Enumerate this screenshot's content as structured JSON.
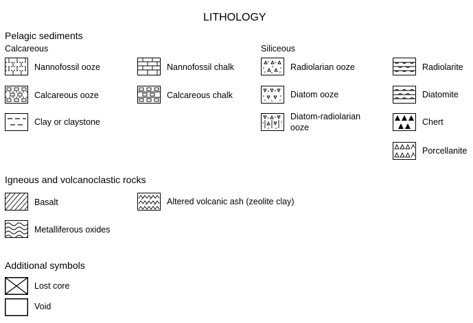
{
  "title": "LITHOLOGY",
  "sections": {
    "pelagic": "Pelagic sediments",
    "calcareous": "Calcareous",
    "siliceous": "Siliceous",
    "igneous": "Igneous and volcanoclastic rocks",
    "additional": "Additional symbols"
  },
  "items": {
    "nannofossil_ooze": {
      "label": "Nannofossil ooze",
      "icon": "nannofossil-ooze-pattern"
    },
    "nannofossil_chalk": {
      "label": "Nannofossil chalk",
      "icon": "nannofossil-chalk-pattern"
    },
    "calcareous_ooze": {
      "label": "Calcareous ooze",
      "icon": "calcareous-ooze-pattern"
    },
    "calcareous_chalk": {
      "label": "Calcareous chalk",
      "icon": "calcareous-chalk-pattern"
    },
    "clay": {
      "label": "Clay or claystone",
      "icon": "clay-pattern"
    },
    "radiolarian_ooze": {
      "label": "Radiolarian ooze",
      "icon": "radiolarian-ooze-pattern"
    },
    "diatom_ooze": {
      "label": "Diatom ooze",
      "icon": "diatom-ooze-pattern"
    },
    "diatom_radiolarian_line1": "Diatom-radiolarian",
    "diatom_radiolarian_line2": "ooze",
    "radiolarite": {
      "label": "Radiolarite",
      "icon": "radiolarite-pattern"
    },
    "diatomite": {
      "label": "Diatomite",
      "icon": "diatomite-pattern"
    },
    "chert": {
      "label": "Chert",
      "icon": "chert-pattern"
    },
    "porcellanite": {
      "label": "Porcellanite",
      "icon": "porcellanite-pattern"
    },
    "basalt": {
      "label": "Basalt",
      "icon": "basalt-pattern"
    },
    "altered_ash": {
      "label": "Altered volcanic ash (zeolite clay)",
      "icon": "altered-ash-pattern"
    },
    "metalliferous": {
      "label": "Metalliferous oxides",
      "icon": "metalliferous-pattern"
    },
    "lost_core": {
      "label": "Lost core",
      "icon": "lost-core-symbol"
    },
    "void": {
      "label": "Void",
      "icon": "void-symbol"
    }
  }
}
